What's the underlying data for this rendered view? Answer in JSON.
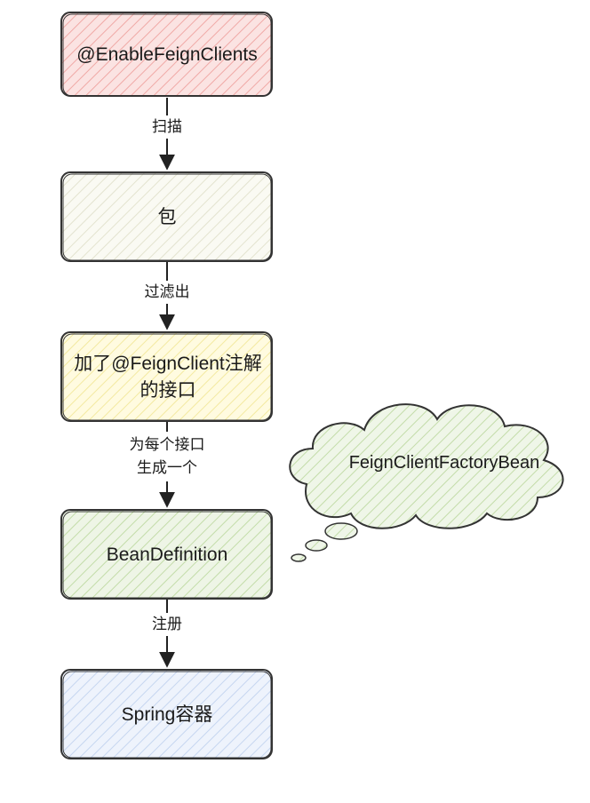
{
  "nodes": [
    {
      "id": "enable",
      "label": "@EnableFeignClients",
      "fill": "#f8cecc"
    },
    {
      "id": "package",
      "label": "包",
      "fill": "#f5f5e8"
    },
    {
      "id": "interfaces",
      "label": "加了@FeignClient注解的接口",
      "fill": "#fff9c4"
    },
    {
      "id": "beandef",
      "label": "BeanDefinition",
      "fill": "#d5e8c4"
    },
    {
      "id": "container",
      "label": "Spring容器",
      "fill": "#dae8fc"
    }
  ],
  "edges": [
    {
      "from": "enable",
      "to": "package",
      "label": "扫描"
    },
    {
      "from": "package",
      "to": "interfaces",
      "label": "过滤出"
    },
    {
      "from": "interfaces",
      "to": "beandef",
      "label": "为每个接口生成一个"
    },
    {
      "from": "beandef",
      "to": "container",
      "label": "注册"
    }
  ],
  "thought_cloud": {
    "label": "FeignClientFactoryBean",
    "fill": "#d5e8c4",
    "attached_to": "beandef"
  },
  "colors": {
    "stroke": "#333333",
    "hatch_stroke": "#a8a8a8"
  }
}
